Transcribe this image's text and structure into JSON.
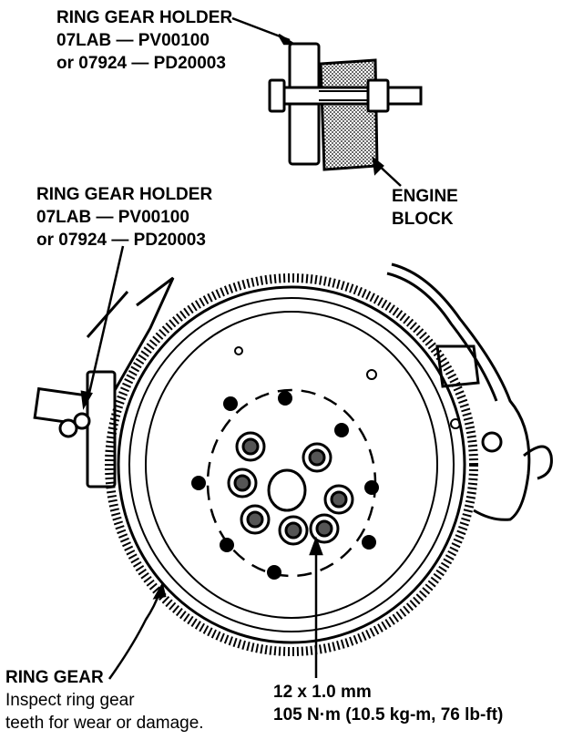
{
  "labels": {
    "holder_top": {
      "title": "RING GEAR HOLDER",
      "part1": "07LAB — PV00100",
      "part2": "or 07924 — PD20003"
    },
    "holder_left": {
      "title": "RING GEAR HOLDER",
      "part1": "07LAB — PV00100",
      "part2": "or 07924 — PD20003"
    },
    "engine_block": {
      "line1": "ENGINE",
      "line2": "BLOCK"
    },
    "ring_gear": {
      "title": "RING GEAR",
      "note1": "Inspect ring gear",
      "note2": "teeth for wear or damage."
    },
    "bolt_spec": {
      "size": "12 x 1.0 mm",
      "torque": "105 N·m (10.5 kg-m, 76 lb-ft)"
    }
  },
  "colors": {
    "ink": "#000000",
    "paper": "#ffffff",
    "shade": "#555555"
  },
  "icons": [
    "ring-gear-holder-tool",
    "engine-block",
    "flywheel",
    "flywheel-bolt"
  ]
}
